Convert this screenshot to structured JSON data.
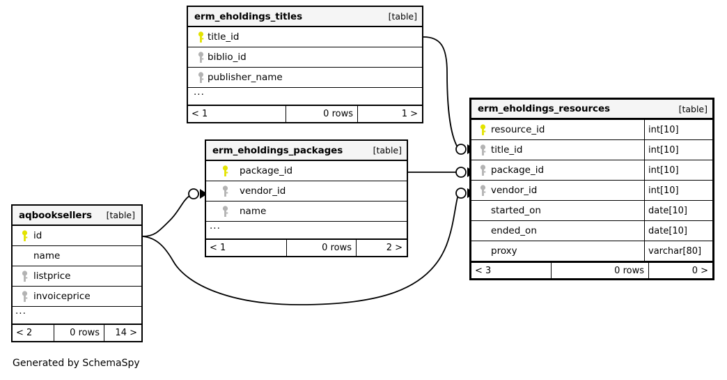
{
  "diagram": {
    "credit": "Generated by SchemaSpy",
    "table_tag": "[table]",
    "ellipsis": "...",
    "rows_suffix": "0 rows",
    "colors": {
      "primary_key": "#e3e300",
      "foreign_key": "#b3b3b3",
      "header_bg": "#f5f5f5",
      "border": "#000000",
      "background": "#ffffff"
    }
  },
  "tables": {
    "titles": {
      "name": "erm_eholdings_titles",
      "tag": "[table]",
      "columns": [
        {
          "name": "title_id",
          "key": "primary",
          "type": ""
        },
        {
          "name": "biblio_id",
          "key": "foreign",
          "type": ""
        },
        {
          "name": "publisher_name",
          "key": "foreign",
          "type": ""
        }
      ],
      "truncated": "...",
      "footer": {
        "left": "< 1",
        "middle": "0 rows",
        "right": "1 >"
      }
    },
    "packages": {
      "name": "erm_eholdings_packages",
      "tag": "[table]",
      "columns": [
        {
          "name": "package_id",
          "key": "primary",
          "type": ""
        },
        {
          "name": "vendor_id",
          "key": "foreign",
          "type": ""
        },
        {
          "name": "name",
          "key": "foreign",
          "type": ""
        }
      ],
      "truncated": "...",
      "footer": {
        "left": "< 1",
        "middle": "0 rows",
        "right": "2 >"
      }
    },
    "resources": {
      "name": "erm_eholdings_resources",
      "tag": "[table]",
      "columns": [
        {
          "name": "resource_id",
          "key": "primary",
          "type": "int[10]"
        },
        {
          "name": "title_id",
          "key": "foreign",
          "type": "int[10]"
        },
        {
          "name": "package_id",
          "key": "foreign",
          "type": "int[10]"
        },
        {
          "name": "vendor_id",
          "key": "foreign",
          "type": "int[10]"
        },
        {
          "name": "started_on",
          "key": "none",
          "type": "date[10]"
        },
        {
          "name": "ended_on",
          "key": "none",
          "type": "date[10]"
        },
        {
          "name": "proxy",
          "key": "none",
          "type": "varchar[80]"
        }
      ],
      "footer": {
        "left": "< 3",
        "middle": "0 rows",
        "right": "0 >"
      }
    },
    "aqbooksellers": {
      "name": "aqbooksellers",
      "tag": "[table]",
      "columns": [
        {
          "name": "id",
          "key": "primary",
          "type": ""
        },
        {
          "name": "name",
          "key": "none",
          "type": ""
        },
        {
          "name": "listprice",
          "key": "foreign",
          "type": ""
        },
        {
          "name": "invoiceprice",
          "key": "foreign",
          "type": ""
        }
      ],
      "truncated": "...",
      "footer": {
        "left": "< 2",
        "middle": "0 rows",
        "right": "14 >"
      }
    }
  },
  "relationships": [
    {
      "from": "erm_eholdings_titles.title_id",
      "to": "erm_eholdings_resources.title_id"
    },
    {
      "from": "erm_eholdings_packages.package_id",
      "to": "erm_eholdings_resources.package_id"
    },
    {
      "from": "aqbooksellers.id",
      "to": "erm_eholdings_packages.vendor_id"
    },
    {
      "from": "aqbooksellers.id",
      "to": "erm_eholdings_resources.vendor_id"
    }
  ]
}
